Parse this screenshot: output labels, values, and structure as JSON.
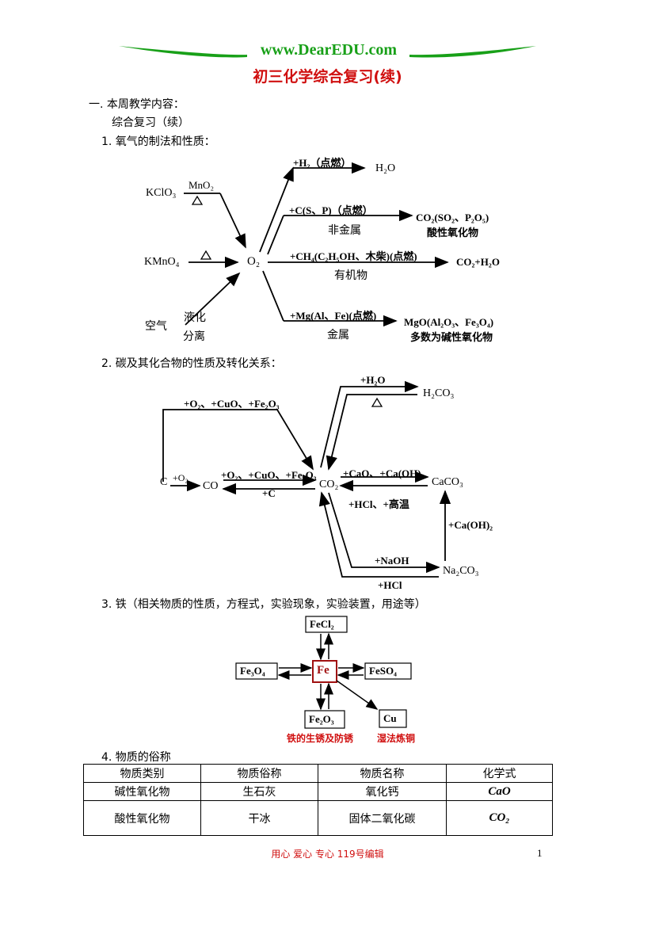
{
  "header": {
    "site": "www.DearEDU.com",
    "title": "初三化学综合复习(续)"
  },
  "sections": {
    "s1": "一. 本周教学内容：",
    "s1_sub": "综合复习（续）",
    "oxygen": "1. 氧气的制法和性质：",
    "carbon": "2. 碳及其化合物的性质及转化关系：",
    "iron": "3. 铁（相关物质的性质，方程式，实验现象，实验装置，用途等）",
    "names": "4. 物质的俗称"
  },
  "oxygen_diagram": {
    "kclo3": "KClO₃",
    "mno2": "MnO₂",
    "kmno4": "KMnO₄",
    "air": "空气",
    "liquefy": "液化",
    "separate": "分离",
    "o2": "O₂",
    "heat": "△",
    "r1_cond": "+H₂（点燃）",
    "r1_prod": "H₂O",
    "r2_cond": "+C(S、P)（点燃）",
    "r2_class": "非金属",
    "r2_prod": "CO₂(SO₂、P₂O₅)",
    "r2_note": "酸性氧化物",
    "r3_cond": "+CH₄(C₂H₅OH、木柴)(点燃)",
    "r3_class": "有机物",
    "r3_prod": "CO₂+H₂O",
    "r4_cond": "+Mg(Al、Fe)(点燃)",
    "r4_class": "金属",
    "r4_prod": "MgO(Al₂O₃、Fe₃O₄)",
    "r4_note": "多数为碱性氧化物"
  },
  "carbon_diagram": {
    "c": "C",
    "co": "CO",
    "co2": "CO₂",
    "h2co3": "H₂CO₃",
    "caco3": "CaCO₃",
    "na2co3": "Na₂CO₃",
    "top_cond": "+O₂、+CuO、+Fe₂O₃",
    "c_co": "+O₂",
    "co_co2": "+O₂、+CuO、+Fe₂O₃",
    "co2_co": "+C",
    "h2o": "+H₂O",
    "heat": "△",
    "caoh": "+CaO、+Ca(OH)",
    "hcl_high": "+HCl、+高温",
    "caoh2": "+Ca(OH)₂",
    "naoh": "+NaOH",
    "hcl": "+HCl"
  },
  "iron_diagram": {
    "fe": "Fe",
    "fecl2": "FeCl₂",
    "fe3o4": "Fe₃O₄",
    "feso4": "FeSO₄",
    "fe2o3": "Fe₂O₃",
    "cu": "Cu",
    "rust": "铁的生锈及防锈",
    "wet": "湿法炼铜"
  },
  "names_table": {
    "headers": [
      "物质类别",
      "物质俗称",
      "物质名称",
      "化学式"
    ],
    "rows": [
      [
        "碱性氧化物",
        "生石灰",
        "氧化钙",
        "CaO"
      ],
      [
        "酸性氧化物",
        "干冰",
        "固体二氧化碳",
        "CO₂"
      ]
    ]
  },
  "footer": {
    "text": "用心 爱心 专心 119号编辑",
    "page": "1"
  },
  "colors": {
    "red": "#d01010",
    "green": "#18a018"
  }
}
